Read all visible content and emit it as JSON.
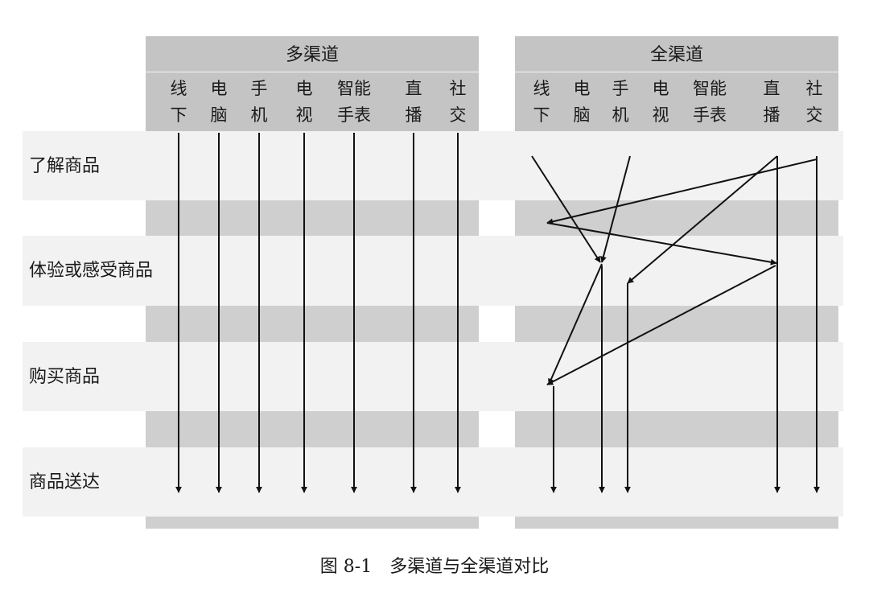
{
  "panels": {
    "multi": {
      "title": "多渠道",
      "columns": [
        "线\n下",
        "电\n脑",
        "手\n机",
        "电\n视",
        "智能\n手表",
        "直\n播",
        "社\n交"
      ]
    },
    "omni": {
      "title": "全渠道",
      "columns": [
        "线\n下",
        "电\n脑",
        "手\n机",
        "电\n视",
        "智能\n手表",
        "直\n播",
        "社\n交"
      ]
    }
  },
  "stages": [
    "了解商品",
    "体验或感受商品",
    "购买商品",
    "商品送达"
  ],
  "caption": "图 8-1　多渠道与全渠道对比",
  "colors": {
    "panel": "#cfcfcf",
    "header": "#c4c4c4",
    "row": "#f2f2f2",
    "arrow": "#111111"
  }
}
